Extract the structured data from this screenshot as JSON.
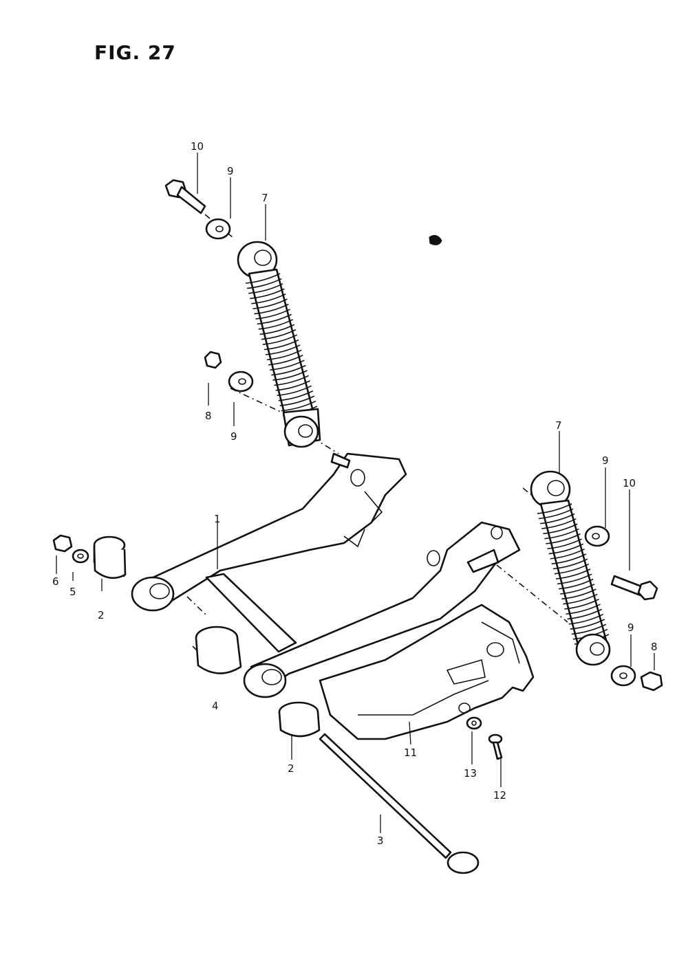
{
  "figure": {
    "title": "FIG. 27"
  },
  "callouts": {
    "c1": "1",
    "c2a": "2",
    "c2b": "2",
    "c3": "3",
    "c4": "4",
    "c5": "5",
    "c6": "6",
    "c7a": "7",
    "c7b": "7",
    "c8a": "8",
    "c8b": "8",
    "c9a": "9",
    "c9b": "9",
    "c9c": "9",
    "c9d": "9",
    "c10a": "10",
    "c10b": "10",
    "c11": "11",
    "c12": "12",
    "c13": "13"
  }
}
